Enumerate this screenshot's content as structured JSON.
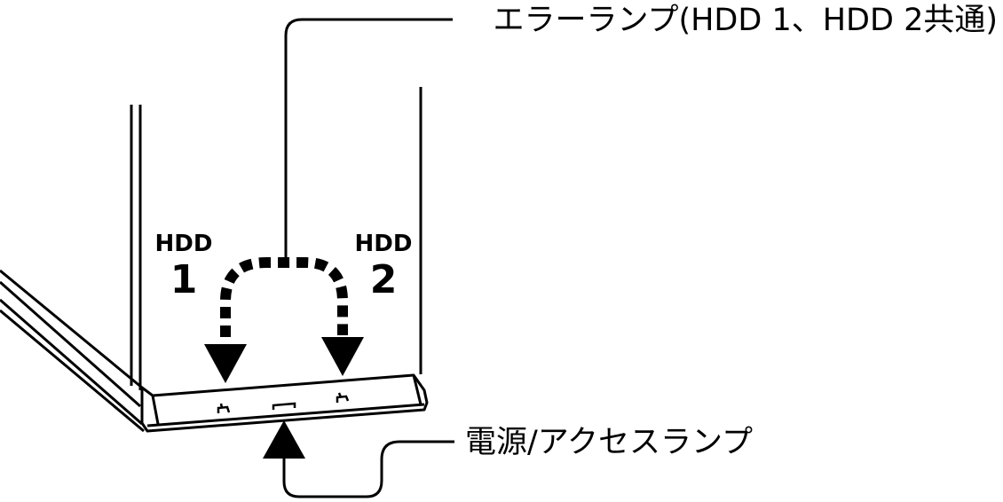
{
  "labels": {
    "error_lamp": "エラーランプ(HDD 1、HDD 2共通)",
    "power_access_lamp": "電源/アクセスランプ"
  },
  "bays": [
    {
      "hdd": "HDD",
      "number": "1"
    },
    {
      "hdd": "HDD",
      "number": "2"
    }
  ],
  "colors": {
    "ink": "#000000",
    "paper": "#ffffff"
  }
}
